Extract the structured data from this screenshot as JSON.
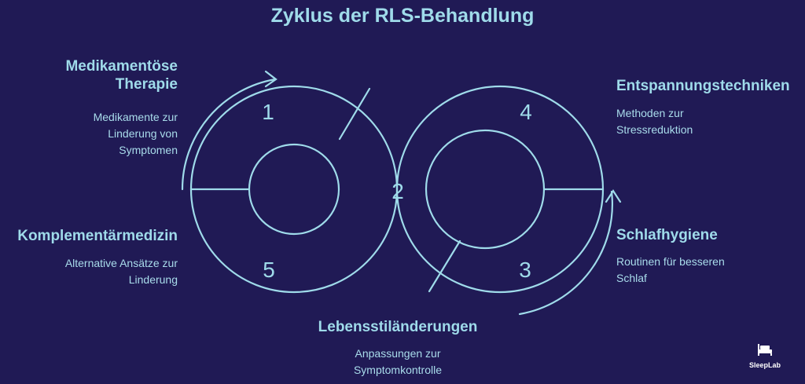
{
  "title": "Zyklus der RLS-Behandlung",
  "steps": [
    {
      "number": "1",
      "title_line1": "Medikamentöse",
      "title_line2": "Therapie",
      "desc_line1": "Medikamente zur",
      "desc_line2": "Linderung von",
      "desc_line3": "Symptomen"
    },
    {
      "number": "2",
      "title": "Lebensstiländerungen",
      "desc_line1": "Anpassungen zur",
      "desc_line2": "Symptomkontrolle"
    },
    {
      "number": "3",
      "title": "Schlafhygiene",
      "desc_line1": "Routinen für besseren",
      "desc_line2": "Schlaf"
    },
    {
      "number": "4",
      "title": "Entspannungstechniken",
      "desc_line1": "Methoden zur",
      "desc_line2": "Stressreduktion"
    },
    {
      "number": "5",
      "title": "Komplementärmedizin",
      "desc_line1": "Alternative Ansätze zur",
      "desc_line2": "Linderung"
    }
  ],
  "logo": {
    "text": "SleepLab"
  },
  "colors": {
    "background": "#201a55",
    "accent": "#9fdbea",
    "logo": "#ffffff"
  }
}
